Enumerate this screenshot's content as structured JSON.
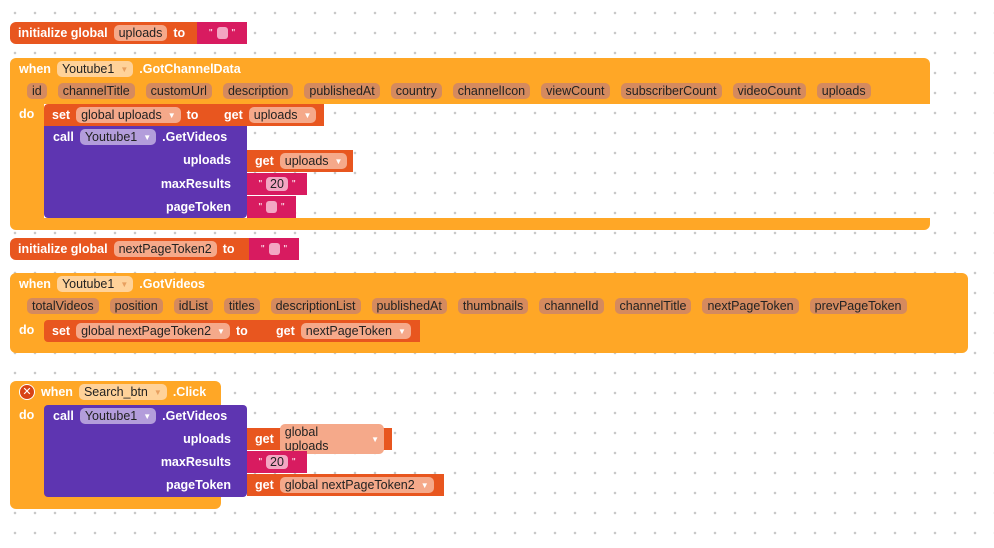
{
  "init_uploads": {
    "label": "initialize global",
    "name": "uploads",
    "to": "to"
  },
  "got_channel": {
    "when": "when",
    "component": "Youtube1",
    "event": ".GotChannelData",
    "do": "do",
    "params": [
      "id",
      "channelTitle",
      "customUrl",
      "description",
      "publishedAt",
      "country",
      "channelIcon",
      "viewCount",
      "subscriberCount",
      "videoCount",
      "uploads"
    ],
    "set": {
      "set": "set",
      "var": "global uploads",
      "to": "to",
      "get": "get",
      "get_var": "uploads"
    },
    "call": {
      "call": "call",
      "component": "Youtube1",
      "method": ".GetVideos",
      "arg_uploads": "uploads",
      "arg_max": "maxResults",
      "arg_token": "pageToken",
      "get": "get",
      "get_var": "uploads",
      "max_value": "20"
    }
  },
  "init_token": {
    "label": "initialize global",
    "name": "nextPageToken2",
    "to": "to"
  },
  "got_videos": {
    "when": "when",
    "component": "Youtube1",
    "event": ".GotVideos",
    "do": "do",
    "params": [
      "totalVideos",
      "position",
      "idList",
      "titles",
      "descriptionList",
      "publishedAt",
      "thumbnails",
      "channelId",
      "channelTitle",
      "nextPageToken",
      "prevPageToken"
    ],
    "set": {
      "set": "set",
      "var": "global nextPageToken2",
      "to": "to",
      "get": "get",
      "get_var": "nextPageToken"
    }
  },
  "search_click": {
    "when": "when",
    "component": "Search_btn",
    "event": ".Click",
    "do": "do",
    "call": {
      "call": "call",
      "component": "Youtube1",
      "method": ".GetVideos",
      "arg_uploads": "uploads",
      "arg_max": "maxResults",
      "arg_token": "pageToken",
      "get": "get",
      "get_uploads": "global uploads",
      "max_value": "20",
      "get_token": "global nextPageToken2"
    }
  },
  "colors": {
    "event": "#ffa726",
    "variable": "#e8561f",
    "text": "#d81b60",
    "procedure": "#5e35b1"
  }
}
